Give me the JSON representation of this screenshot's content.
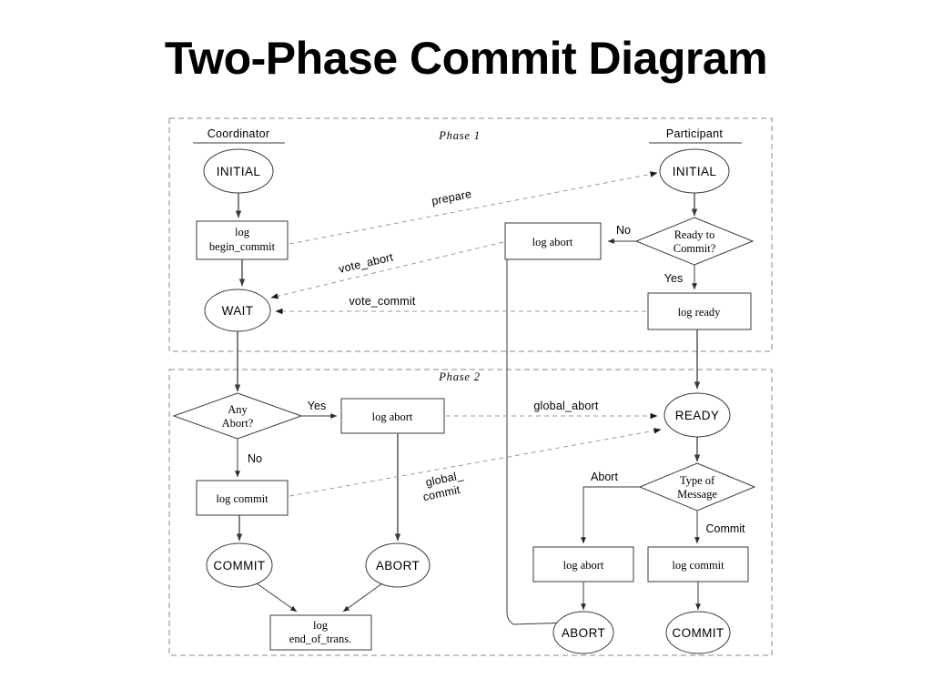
{
  "slide": {
    "title": "Two-Phase Commit Diagram",
    "background_color": "#ffffff",
    "text_color": "#000000"
  },
  "swimlanes": {
    "coordinator_label": "Coordinator",
    "participant_label": "Participant"
  },
  "phases": [
    {
      "id": "phase1",
      "label": "Phase 1"
    },
    {
      "id": "phase2",
      "label": "Phase 2"
    }
  ],
  "nodes": {
    "coord_initial": "INITIAL",
    "coord_log_begin_commit_line1": "log",
    "coord_log_begin_commit_line2": "begin_commit",
    "coord_wait": "WAIT",
    "coord_any_abort_line1": "Any",
    "coord_any_abort_line2": "Abort?",
    "coord_log_abort_p2": "log abort",
    "coord_log_commit_p2": "log commit",
    "coord_commit": "COMMIT",
    "coord_abort": "ABORT",
    "coord_log_end_line1": "log",
    "coord_log_end_line2": "end_of_trans.",
    "part_initial": "INITIAL",
    "part_ready_to_commit_line1": "Ready to",
    "part_ready_to_commit_line2": "Commit?",
    "part_log_abort_p1": "log abort",
    "part_log_ready": "log ready",
    "part_ready": "READY",
    "part_type_of_message_line1": "Type of",
    "part_type_of_message_line2": "Message",
    "part_log_abort_p2": "log abort",
    "part_log_commit_p2": "log commit",
    "part_abort": "ABORT",
    "part_commit": "COMMIT"
  },
  "edge_labels": {
    "prepare": "prepare",
    "vote_abort": "vote_abort",
    "vote_commit": "vote_commit",
    "global_abort": "global_abort",
    "global_commit_line1": "global_",
    "global_commit_line2": "commit",
    "no_participant": "No",
    "yes_participant": "Yes",
    "yes_coordinator": "Yes",
    "no_coordinator": "No",
    "abort_branch": "Abort",
    "commit_branch": "Commit"
  },
  "colors": {
    "node_stroke": "#3a3a3a",
    "edge_solid": "#4a4a4a",
    "edge_dashed": "#9a9a9a",
    "phase_border": "#8a8a8a"
  }
}
